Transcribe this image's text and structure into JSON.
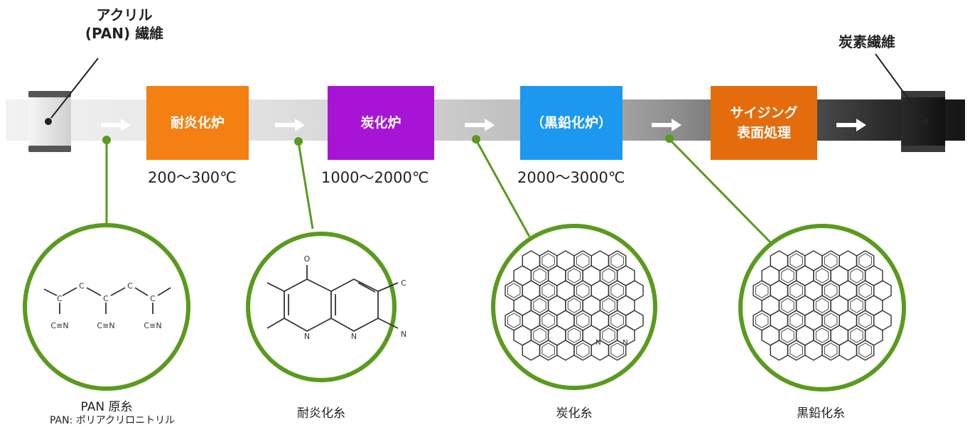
{
  "labels": {
    "source_line1": "アクリル",
    "source_line2": "(PAN) 繊維",
    "product": "炭素繊維"
  },
  "furnaces": [
    {
      "name": "耐炎化炉",
      "color": "#f47f12"
    },
    {
      "name": "炭化炉",
      "color": "#a814d6"
    },
    {
      "name": "（黒鉛化炉）",
      "color": "#1c98f0"
    },
    {
      "name_line1": "サイジング",
      "name_line2": "表面処理",
      "color": "#e46c0c"
    }
  ],
  "temperatures": [
    "200～300℃",
    "1000～2000℃",
    "2000～3000℃"
  ],
  "stages": [
    {
      "name": "PAN 原糸",
      "note": "PAN: ポリアクリロニトリル"
    },
    {
      "name": "耐炎化糸"
    },
    {
      "name": "炭化糸"
    },
    {
      "name": "黒鉛化糸"
    }
  ],
  "molecule_text": {
    "c": "C",
    "o": "O",
    "n": "N",
    "cn": "C≡N"
  },
  "colors": {
    "accent_green": "#5a9a1e",
    "pointer_dark": "#222222"
  }
}
